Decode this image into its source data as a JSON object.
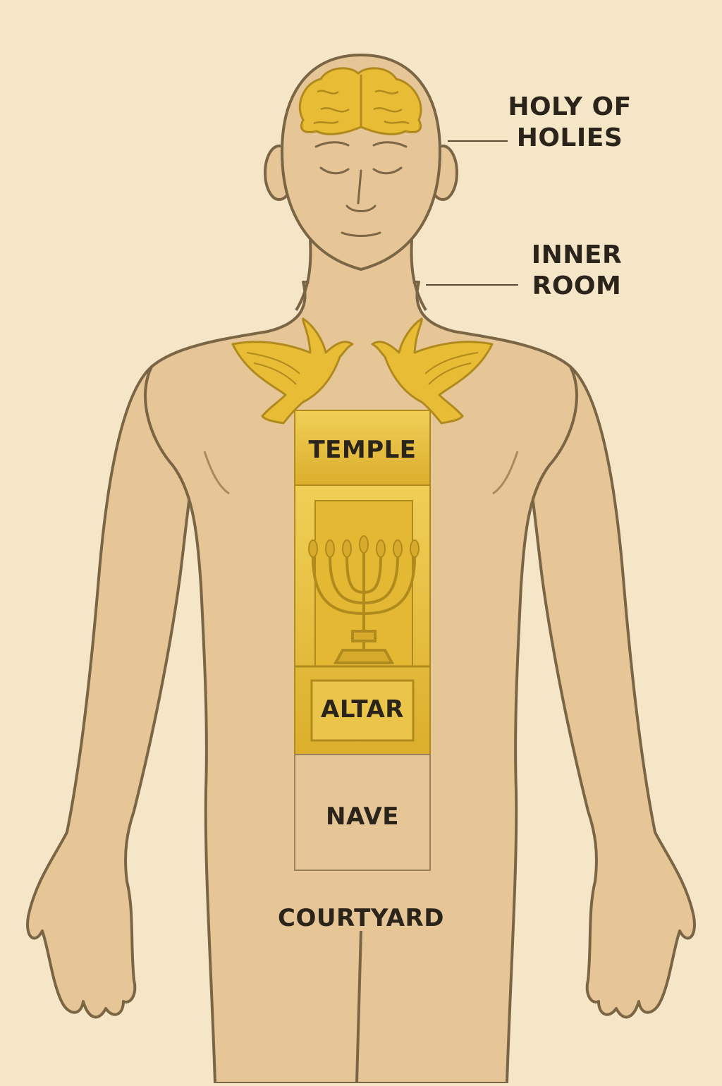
{
  "labels": {
    "holy_of_holies_line1": "HOLY OF",
    "holy_of_holies_line2": "HOLIES",
    "inner_room_line1": "INNER",
    "inner_room_line2": "ROOM",
    "temple": "TEMPLE",
    "altar": "ALTAR",
    "nave": "NAVE",
    "courtyard": "COURTYARD"
  },
  "colors": {
    "background": "#f5e6c8",
    "skin": "#e6c597",
    "outline": "#7a6545",
    "gold": "#e8bd35",
    "gold_dark": "#b08a1c",
    "text": "#2b241b"
  },
  "icons": [
    "brain-icon",
    "dove-icon",
    "menorah-icon"
  ]
}
